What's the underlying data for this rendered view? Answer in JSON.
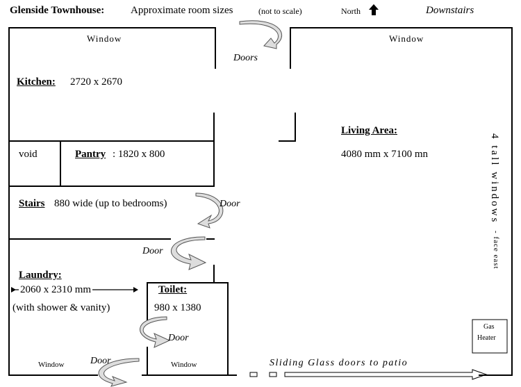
{
  "header": {
    "title_bold": "Glenside Townhouse:",
    "title_rest": "Approximate room sizes",
    "title_note": "(not to scale)",
    "north_label": "North",
    "north_icon": "arrow-up",
    "level": "Downstairs"
  },
  "labels": {
    "window_kitchen": "Window",
    "window_living": "Window",
    "doors_top": "Doors",
    "window_laundry": "Window",
    "window_toilet": "Window",
    "door_stairs": "Door",
    "door_laundry": "Door",
    "door_toilet": "Door",
    "door_bottom": "Door",
    "sliding_doors": "Sliding Glass doors to patio",
    "side_windows_main": "4 tall windows",
    "side_windows_sub": "- face east"
  },
  "rooms": {
    "kitchen": {
      "name": "Kitchen:",
      "size": "2720 x 2670"
    },
    "void": {
      "name": "void"
    },
    "pantry": {
      "name": "Pantry",
      "size": ": 1820 x 800"
    },
    "stairs": {
      "name": "Stairs",
      "size": "880 wide (up to bedrooms)"
    },
    "living": {
      "name": "Living Area:",
      "size": "4080 mm x 7100 mn"
    },
    "laundry": {
      "name": "Laundry:",
      "size": "2060 x 2310 mm",
      "note": "(with shower & vanity)"
    },
    "toilet": {
      "name": "Toilet:",
      "size": "980 x 1380"
    }
  },
  "fixtures": {
    "gas_heater_line1": "Gas",
    "gas_heater_line2": "Heater"
  }
}
